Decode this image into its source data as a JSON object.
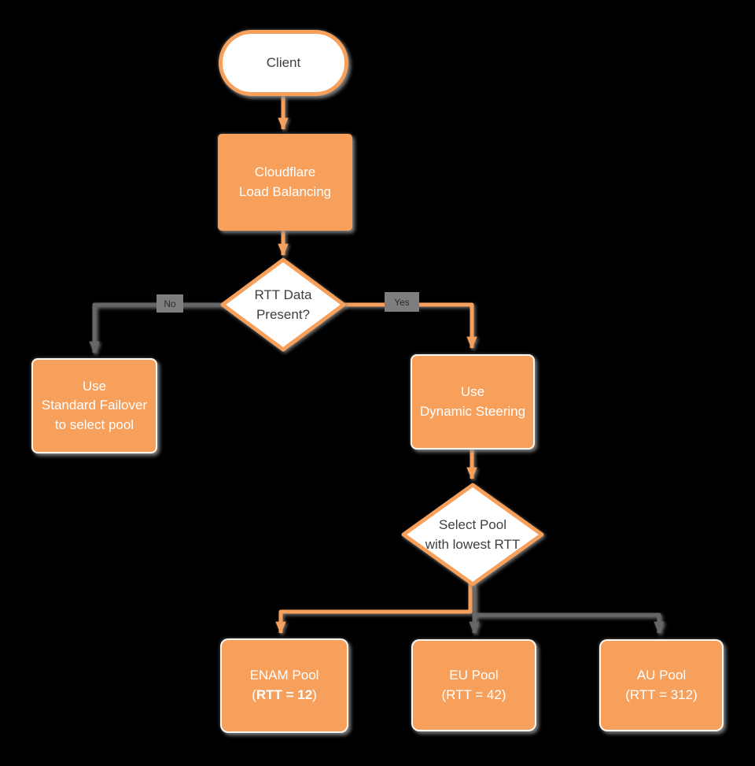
{
  "colors": {
    "background": "#000000",
    "node_orange": "#F7A05C",
    "node_white": "#FFFFFF",
    "dark_text": "#3F3F3F",
    "white_text": "#FFFFFF",
    "gray_connector": "#666666",
    "edge_label_bg": "#7E7E7E",
    "edge_label_text": "#2B2B2B"
  },
  "nodes": {
    "client": {
      "label": "Client"
    },
    "cloudflare": {
      "label": "Cloudflare\nLoad Balancing"
    },
    "rtt_decision": {
      "label": "RTT Data\nPresent?"
    },
    "standard_failover": {
      "label": "Use\nStandard Failover\nto select pool"
    },
    "dynamic_steering": {
      "label": "Use\nDynamic Steering"
    },
    "select_pool": {
      "label": "Select Pool\nwith lowest RTT"
    },
    "enam_pool": {
      "name": "ENAM Pool",
      "rtt_prefix": "(",
      "rtt_value": "RTT = 12",
      "rtt_suffix": ")"
    },
    "eu_pool": {
      "name": "EU Pool",
      "rtt": "(RTT = 42)"
    },
    "au_pool": {
      "name": "AU Pool",
      "rtt": "(RTT = 312)"
    }
  },
  "edge_labels": {
    "no": "No",
    "yes": "Yes"
  }
}
